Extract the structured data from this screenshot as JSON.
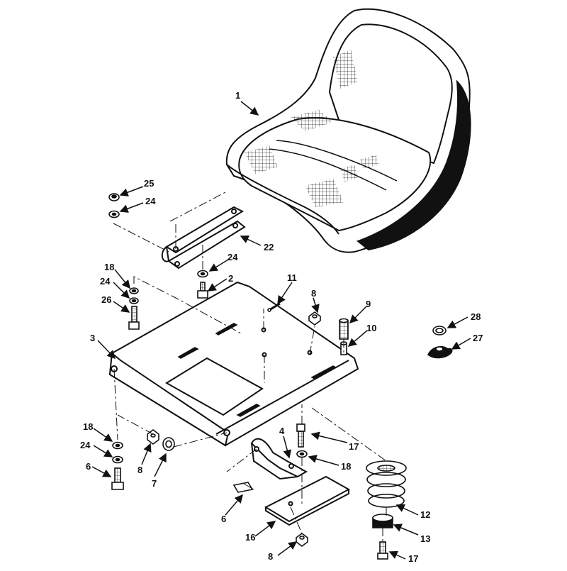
{
  "diagram": {
    "parts": [
      {
        "id": "p1",
        "number": "1"
      },
      {
        "id": "p2",
        "number": "2"
      },
      {
        "id": "p3",
        "number": "3"
      },
      {
        "id": "p4",
        "number": "4"
      },
      {
        "id": "p6a",
        "number": "6"
      },
      {
        "id": "p6b",
        "number": "6"
      },
      {
        "id": "p7",
        "number": "7"
      },
      {
        "id": "p8a",
        "number": "8"
      },
      {
        "id": "p8b",
        "number": "8"
      },
      {
        "id": "p8c",
        "number": "8"
      },
      {
        "id": "p9",
        "number": "9"
      },
      {
        "id": "p10",
        "number": "10"
      },
      {
        "id": "p11",
        "number": "11"
      },
      {
        "id": "p12",
        "number": "12"
      },
      {
        "id": "p13",
        "number": "13"
      },
      {
        "id": "p16",
        "number": "16"
      },
      {
        "id": "p17a",
        "number": "17"
      },
      {
        "id": "p17b",
        "number": "17"
      },
      {
        "id": "p18a",
        "number": "18"
      },
      {
        "id": "p18b",
        "number": "18"
      },
      {
        "id": "p18c",
        "number": "18"
      },
      {
        "id": "p22",
        "number": "22"
      },
      {
        "id": "p24a",
        "number": "24"
      },
      {
        "id": "p24b",
        "number": "24"
      },
      {
        "id": "p24c",
        "number": "24"
      },
      {
        "id": "p24d",
        "number": "24"
      },
      {
        "id": "p25",
        "number": "25"
      },
      {
        "id": "p26",
        "number": "26"
      },
      {
        "id": "p27",
        "number": "27"
      },
      {
        "id": "p28",
        "number": "28"
      }
    ]
  }
}
